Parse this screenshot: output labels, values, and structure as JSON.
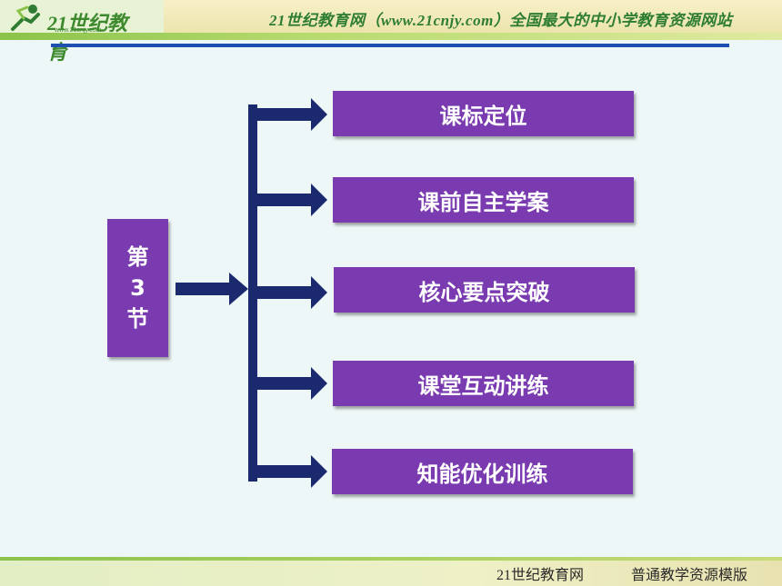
{
  "header": {
    "logo_text": "21世纪教育",
    "logo_url": "www.21cnjy.com",
    "title": "21世纪教育网（www.21cnjy.com）全国最大的中小学教育资源网站"
  },
  "main": {
    "section": {
      "line1": "第",
      "line2": "3",
      "line3": "节"
    },
    "items": [
      {
        "label": "课标定位"
      },
      {
        "label": "课前自主学案"
      },
      {
        "label": "核心要点突破"
      },
      {
        "label": "课堂互动讲练"
      },
      {
        "label": "知能优化训练"
      }
    ]
  },
  "footer": {
    "site": "21世纪教育网",
    "template": "普通教学资源模版"
  },
  "colors": {
    "box": "#7a3bb0",
    "arrow": "#1b2a6e",
    "rule": "#1f4fb0"
  }
}
